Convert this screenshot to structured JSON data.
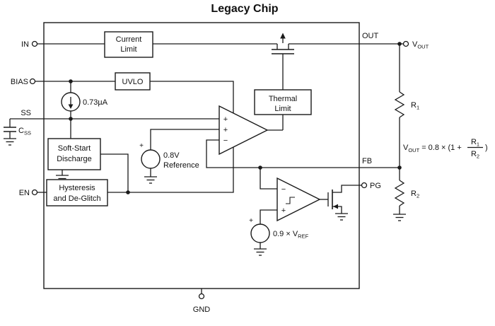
{
  "title": "Legacy Chip",
  "pins": {
    "in": "IN",
    "bias": "BIAS",
    "ss": "SS",
    "en": "EN",
    "out": "OUT",
    "fb": "FB",
    "pg": "PG",
    "gnd": "GND"
  },
  "blocks": {
    "current_limit": [
      "Current",
      "Limit"
    ],
    "uvlo": "UVLO",
    "thermal_limit": [
      "Thermal",
      "Limit"
    ],
    "soft_start_discharge": [
      "Soft-Start",
      "Discharge"
    ],
    "hysteresis_deglitch": [
      "Hysteresis",
      "and De-Glitch"
    ]
  },
  "sources": {
    "soft_start_current": "0.73µA",
    "reference": [
      "0.8V",
      "Reference"
    ],
    "reference_plus": "+",
    "pg_threshold_base": "0.9 × V",
    "pg_threshold_sub": "REF",
    "pg_threshold_plus": "+"
  },
  "error_amp": {
    "input1": "+",
    "input2": "+",
    "input3": "−"
  },
  "pg_comparator": {
    "minus": "−",
    "plus": "+"
  },
  "external": {
    "vout_base": "V",
    "vout_sub": "OUT",
    "css_base": "C",
    "css_sub": "SS",
    "r1_base": "R",
    "r1_sub": "1",
    "r2_base": "R",
    "r2_sub": "2"
  },
  "equation": {
    "lhs_base": "V",
    "lhs_sub": "OUT",
    "body": "= 0.8 × (1 +",
    "num_base": "R",
    "num_sub": "1",
    "den_base": "R",
    "den_sub": "2",
    "close": ")"
  },
  "colors": {
    "line": "#1a1a1a",
    "background": "#ffffff"
  }
}
